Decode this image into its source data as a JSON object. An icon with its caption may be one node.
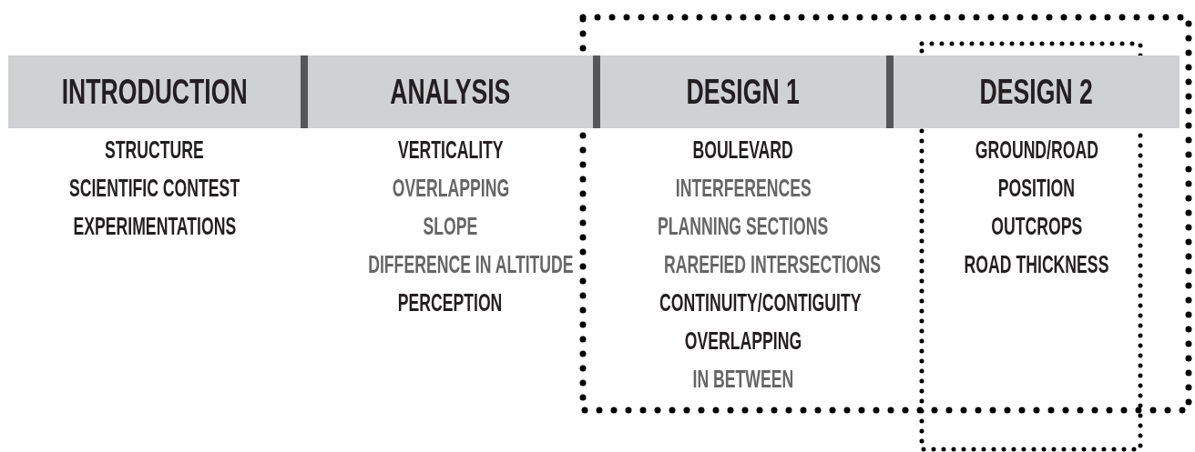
{
  "diagram": {
    "nodes": [
      {
        "text": [
          "INTRODUCTION"
        ],
        "beside": [
          "STRUCTURE",
          "SCIENTIFIC CONTEST",
          "EXPERIMENTATIONS"
        ]
      },
      {
        "text": [
          "ANALYSIS"
        ],
        "beside": [
          "VERTICALITY",
          "OVERLAPPING",
          "SLOPE",
          "DIFFERENCE IN ALTITUDE",
          "PERCEPTION"
        ]
      },
      {
        "text": [
          "DESIGN 1"
        ],
        "beside": [
          "BOULEVARD",
          "INTERFERENCES",
          "PLANNING SECTIONS",
          "RAREFIED INTERSECTIONS",
          "CONTINUITY/CONTIGUITY",
          "OVERLAPPING",
          "IN BETWEEN"
        ]
      },
      {
        "text": [
          "DESIGN 2"
        ],
        "beside": [
          "GROUND/ROAD",
          "POSITION",
          "OUTCROPS",
          "ROAD THICKNESS"
        ]
      }
    ]
  }
}
